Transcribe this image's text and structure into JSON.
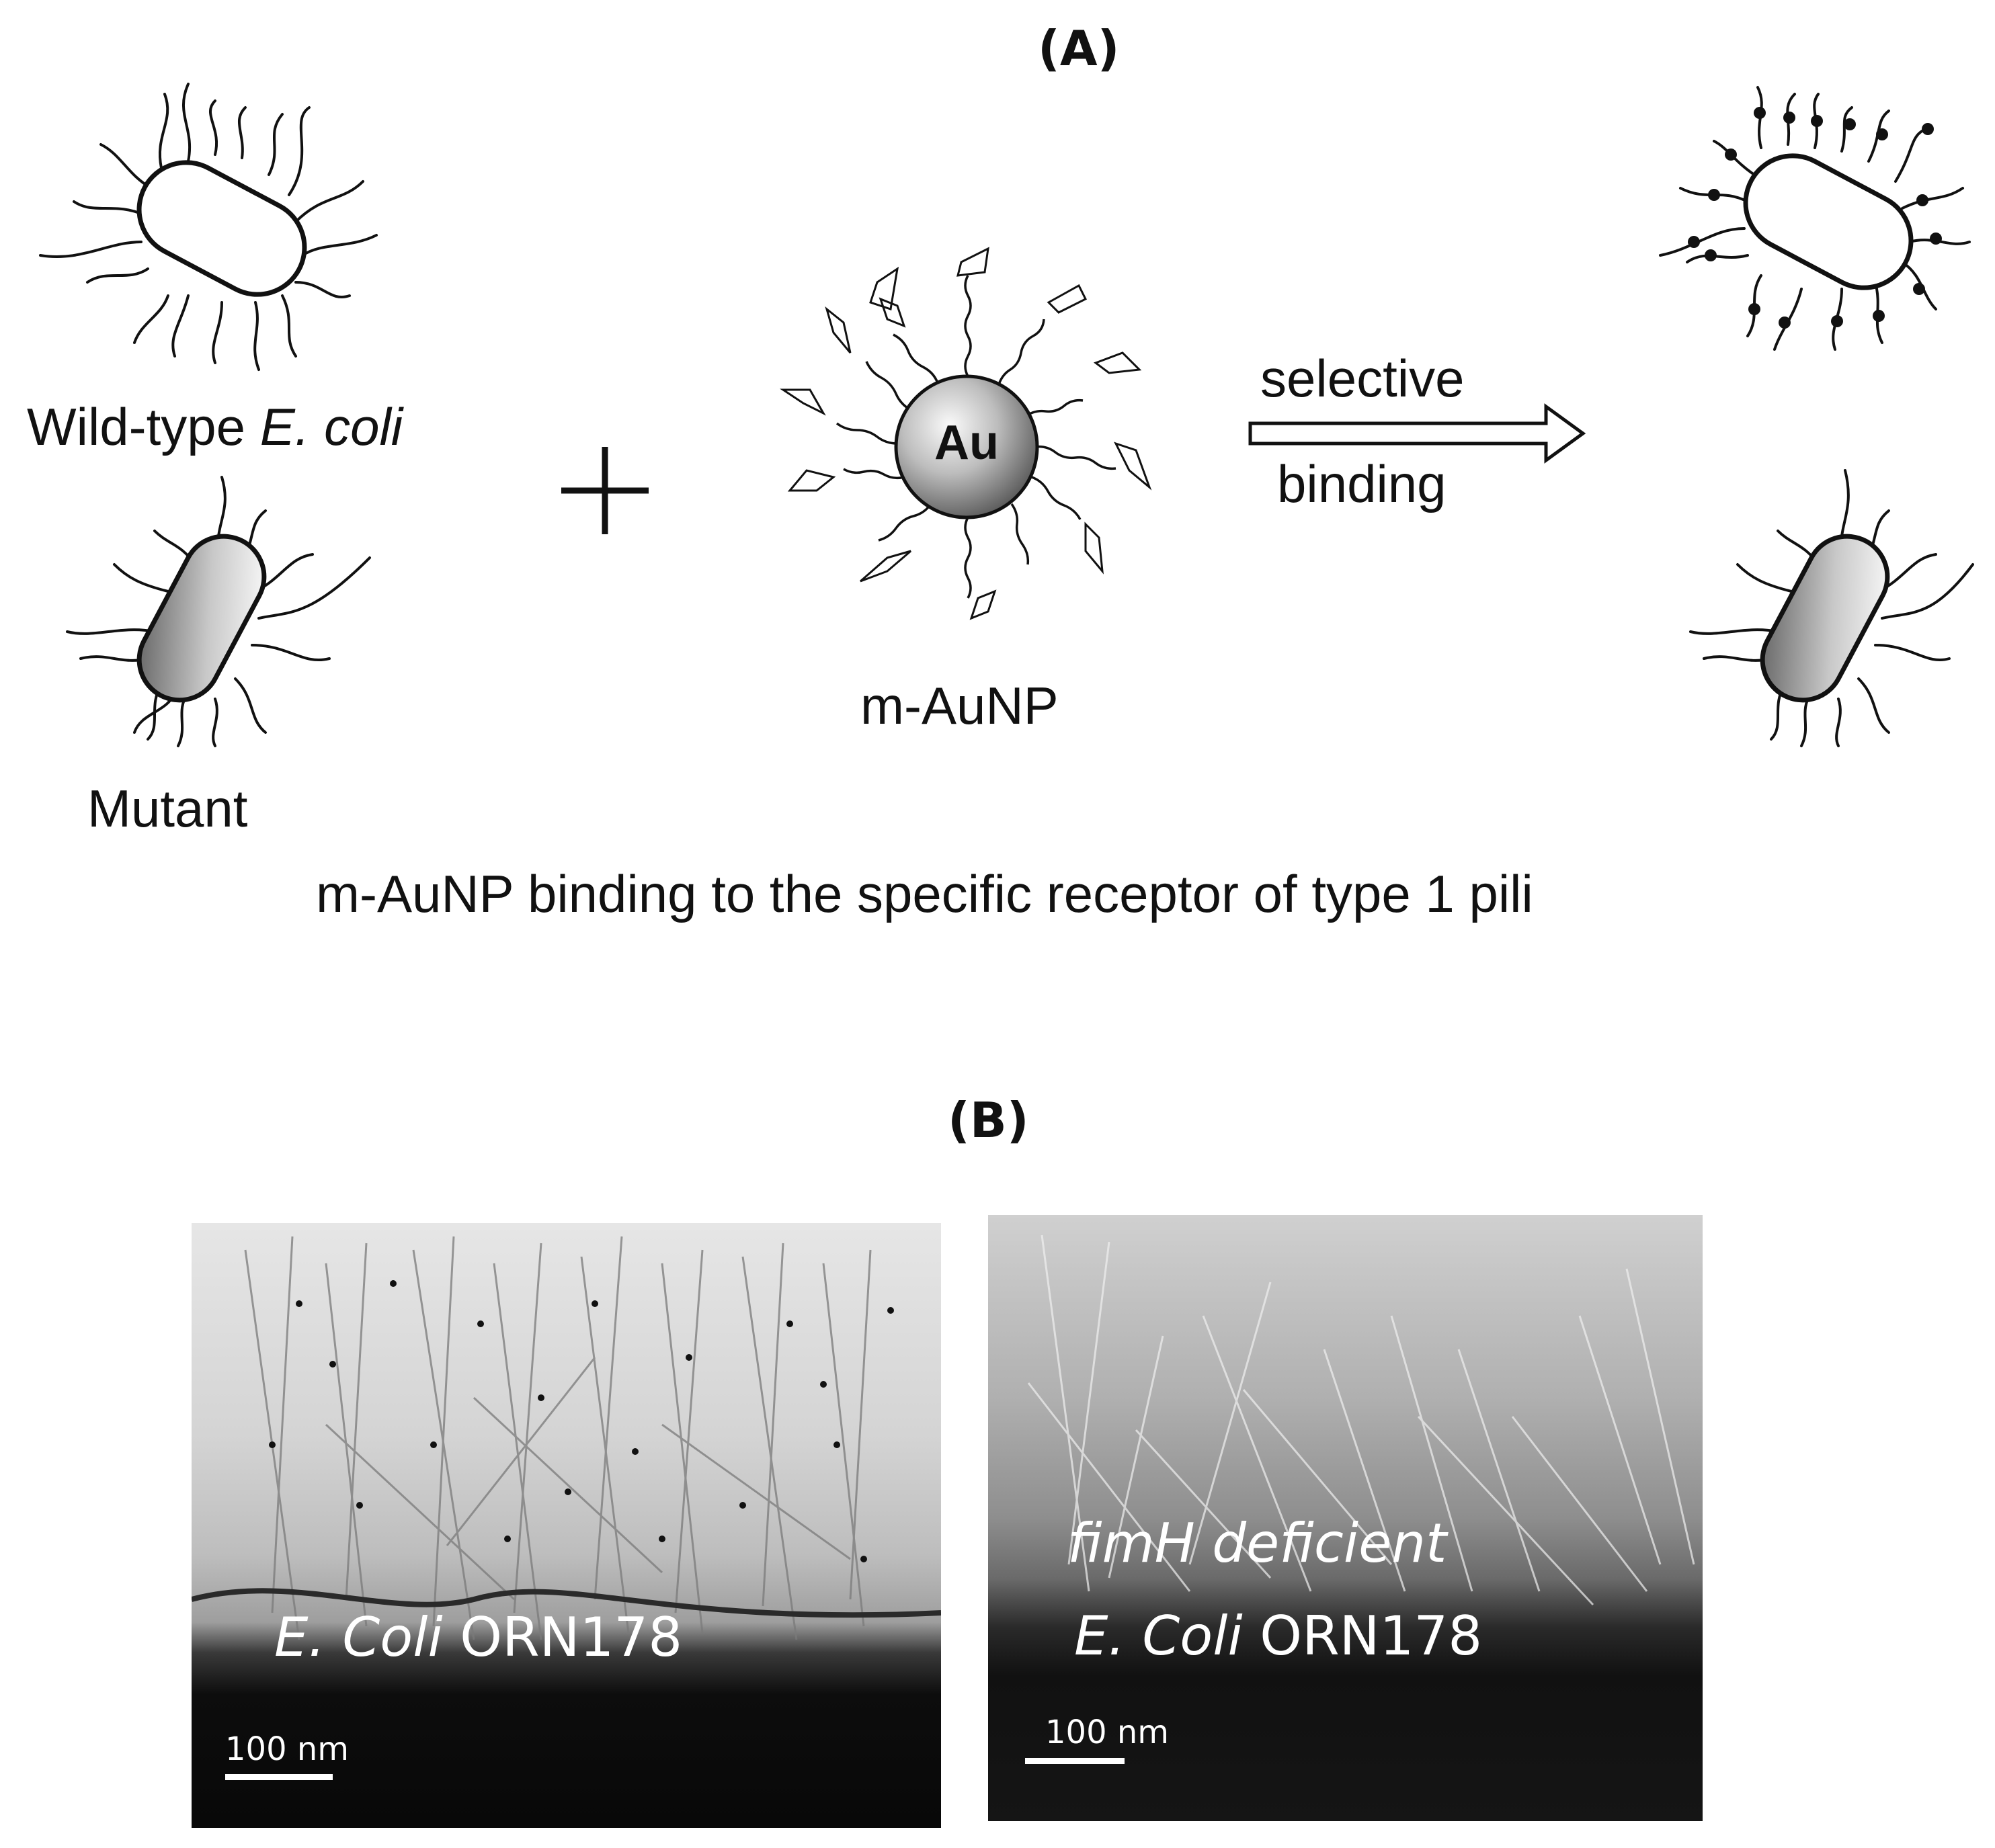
{
  "panel_a": {
    "label": "(A)",
    "wild_type_prefix": "Wild-type ",
    "wild_type_italic": "E. coli",
    "mutant_label": "Mutant",
    "plus_sign": "+",
    "nanoparticle_core": "Au",
    "nanoparticle_label": "m-AuNP",
    "arrow_top": "selective",
    "arrow_bottom": "binding",
    "caption": "m-AuNP binding to the specific receptor of type 1 pili"
  },
  "panel_b": {
    "label": "(B)",
    "left_image": {
      "species_italic": "E. Coli",
      "strain": " ORN178",
      "scale": "100 nm"
    },
    "right_image": {
      "line1_italic": "fimH deficient",
      "species_italic": "E. Coli",
      "strain": " ORN178",
      "scale": "100 nm"
    }
  }
}
